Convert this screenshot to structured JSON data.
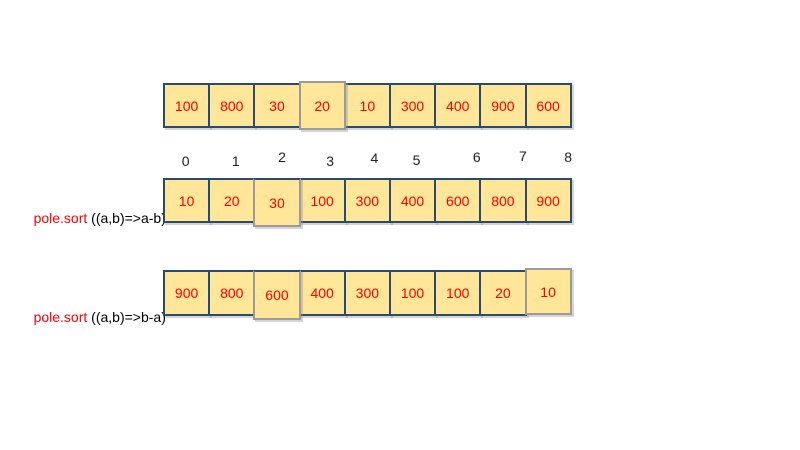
{
  "colors": {
    "cell_fill": "#FFE699",
    "cell_border_blue": "#2A4B6F",
    "cell_border_gray": "#9B9B9D",
    "value_red": "#FF0000",
    "index_text": "#1F1F1F",
    "label_text": "#000000"
  },
  "indices": [
    "0",
    "1",
    "2",
    "3",
    "4",
    "5",
    "6",
    "7",
    "8"
  ],
  "rows": [
    {
      "id": "original",
      "cells": [
        {
          "v": "100",
          "b": "blue"
        },
        {
          "v": "800",
          "b": "blue"
        },
        {
          "v": "30",
          "b": "blue"
        },
        {
          "v": "20",
          "b": "gray"
        },
        {
          "v": "10",
          "b": "blue"
        },
        {
          "v": "300",
          "b": "blue"
        },
        {
          "v": "400",
          "b": "blue"
        },
        {
          "v": "900",
          "b": "blue"
        },
        {
          "v": "600",
          "b": "blue"
        }
      ]
    },
    {
      "id": "sorted-ascending",
      "label_red": "pole.sort",
      "label_black": " ((a,b)=>a-b)",
      "cells": [
        {
          "v": "10",
          "b": "blue"
        },
        {
          "v": "20",
          "b": "blue"
        },
        {
          "v": "30",
          "b": "gray"
        },
        {
          "v": "100",
          "b": "blue"
        },
        {
          "v": "300",
          "b": "blue"
        },
        {
          "v": "400",
          "b": "blue"
        },
        {
          "v": "600",
          "b": "blue"
        },
        {
          "v": "800",
          "b": "blue"
        },
        {
          "v": "900",
          "b": "blue"
        }
      ]
    },
    {
      "id": "sorted-descending",
      "label_red": "pole.sort",
      "label_black": " ((a,b)=>b-a)",
      "cells": [
        {
          "v": "900",
          "b": "blue"
        },
        {
          "v": "800",
          "b": "blue"
        },
        {
          "v": "600",
          "b": "gray"
        },
        {
          "v": "400",
          "b": "blue"
        },
        {
          "v": "300",
          "b": "blue"
        },
        {
          "v": "100",
          "b": "blue"
        },
        {
          "v": "100",
          "b": "blue"
        },
        {
          "v": "20",
          "b": "blue"
        },
        {
          "v": "10",
          "b": "gray"
        }
      ]
    }
  ]
}
